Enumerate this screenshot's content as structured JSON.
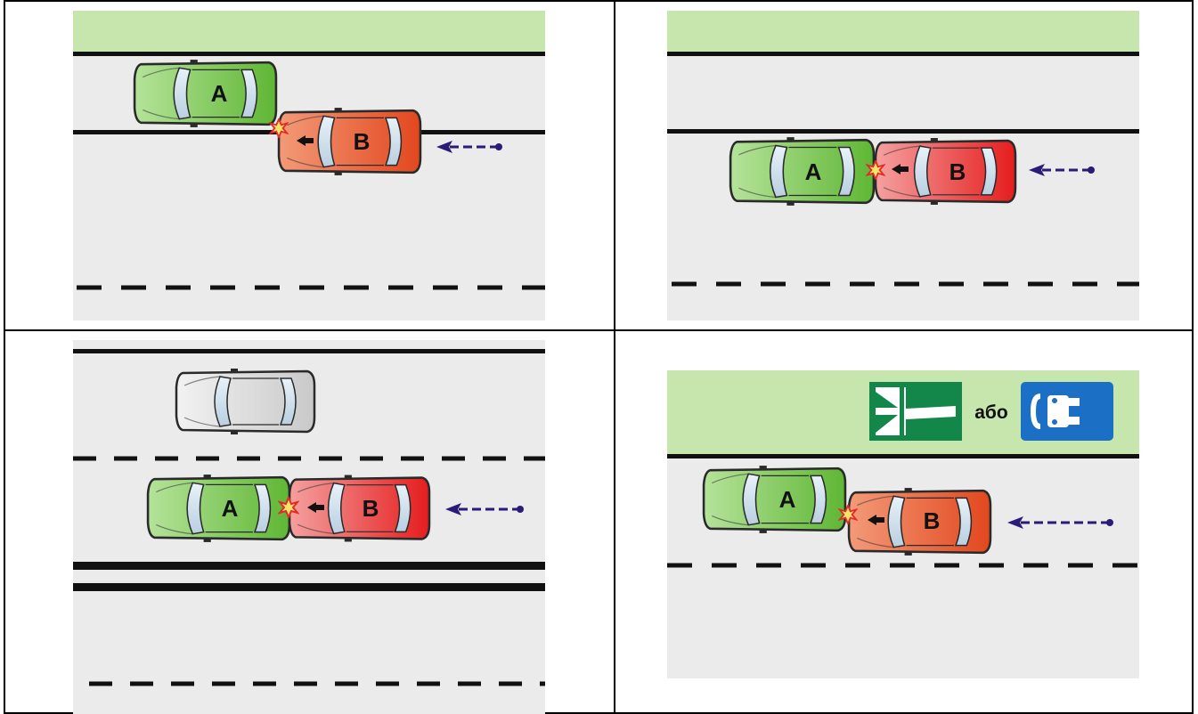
{
  "panels": [
    {
      "car_a": {
        "label": "A",
        "color": "#76c442"
      },
      "car_b": {
        "label": "B",
        "color": "#ee5a2e"
      }
    },
    {
      "car_a": {
        "label": "A",
        "color": "#76c442"
      },
      "car_b": {
        "label": "B",
        "color": "#ee2c2c"
      }
    },
    {
      "car_a": {
        "label": "A",
        "color": "#76c442"
      },
      "car_b": {
        "label": "B",
        "color": "#ee2c2c"
      },
      "car_other": {
        "label": "",
        "color": "#d8d8d8"
      }
    },
    {
      "car_a": {
        "label": "A",
        "color": "#76c442"
      },
      "car_b": {
        "label": "B",
        "color": "#ee5a2e"
      },
      "signs": {
        "or_text": "або",
        "sign1_icon": "road-lanes-merge-sign-icon",
        "sign2_icon": "parking-car-sign-icon"
      }
    }
  ],
  "colors": {
    "road": "#ebebeb",
    "verge": "#c6e6ad",
    "line": "#111111",
    "arrow": "#2a1b78",
    "sign_green": "#13864a",
    "sign_blue": "#1b6fc4"
  }
}
